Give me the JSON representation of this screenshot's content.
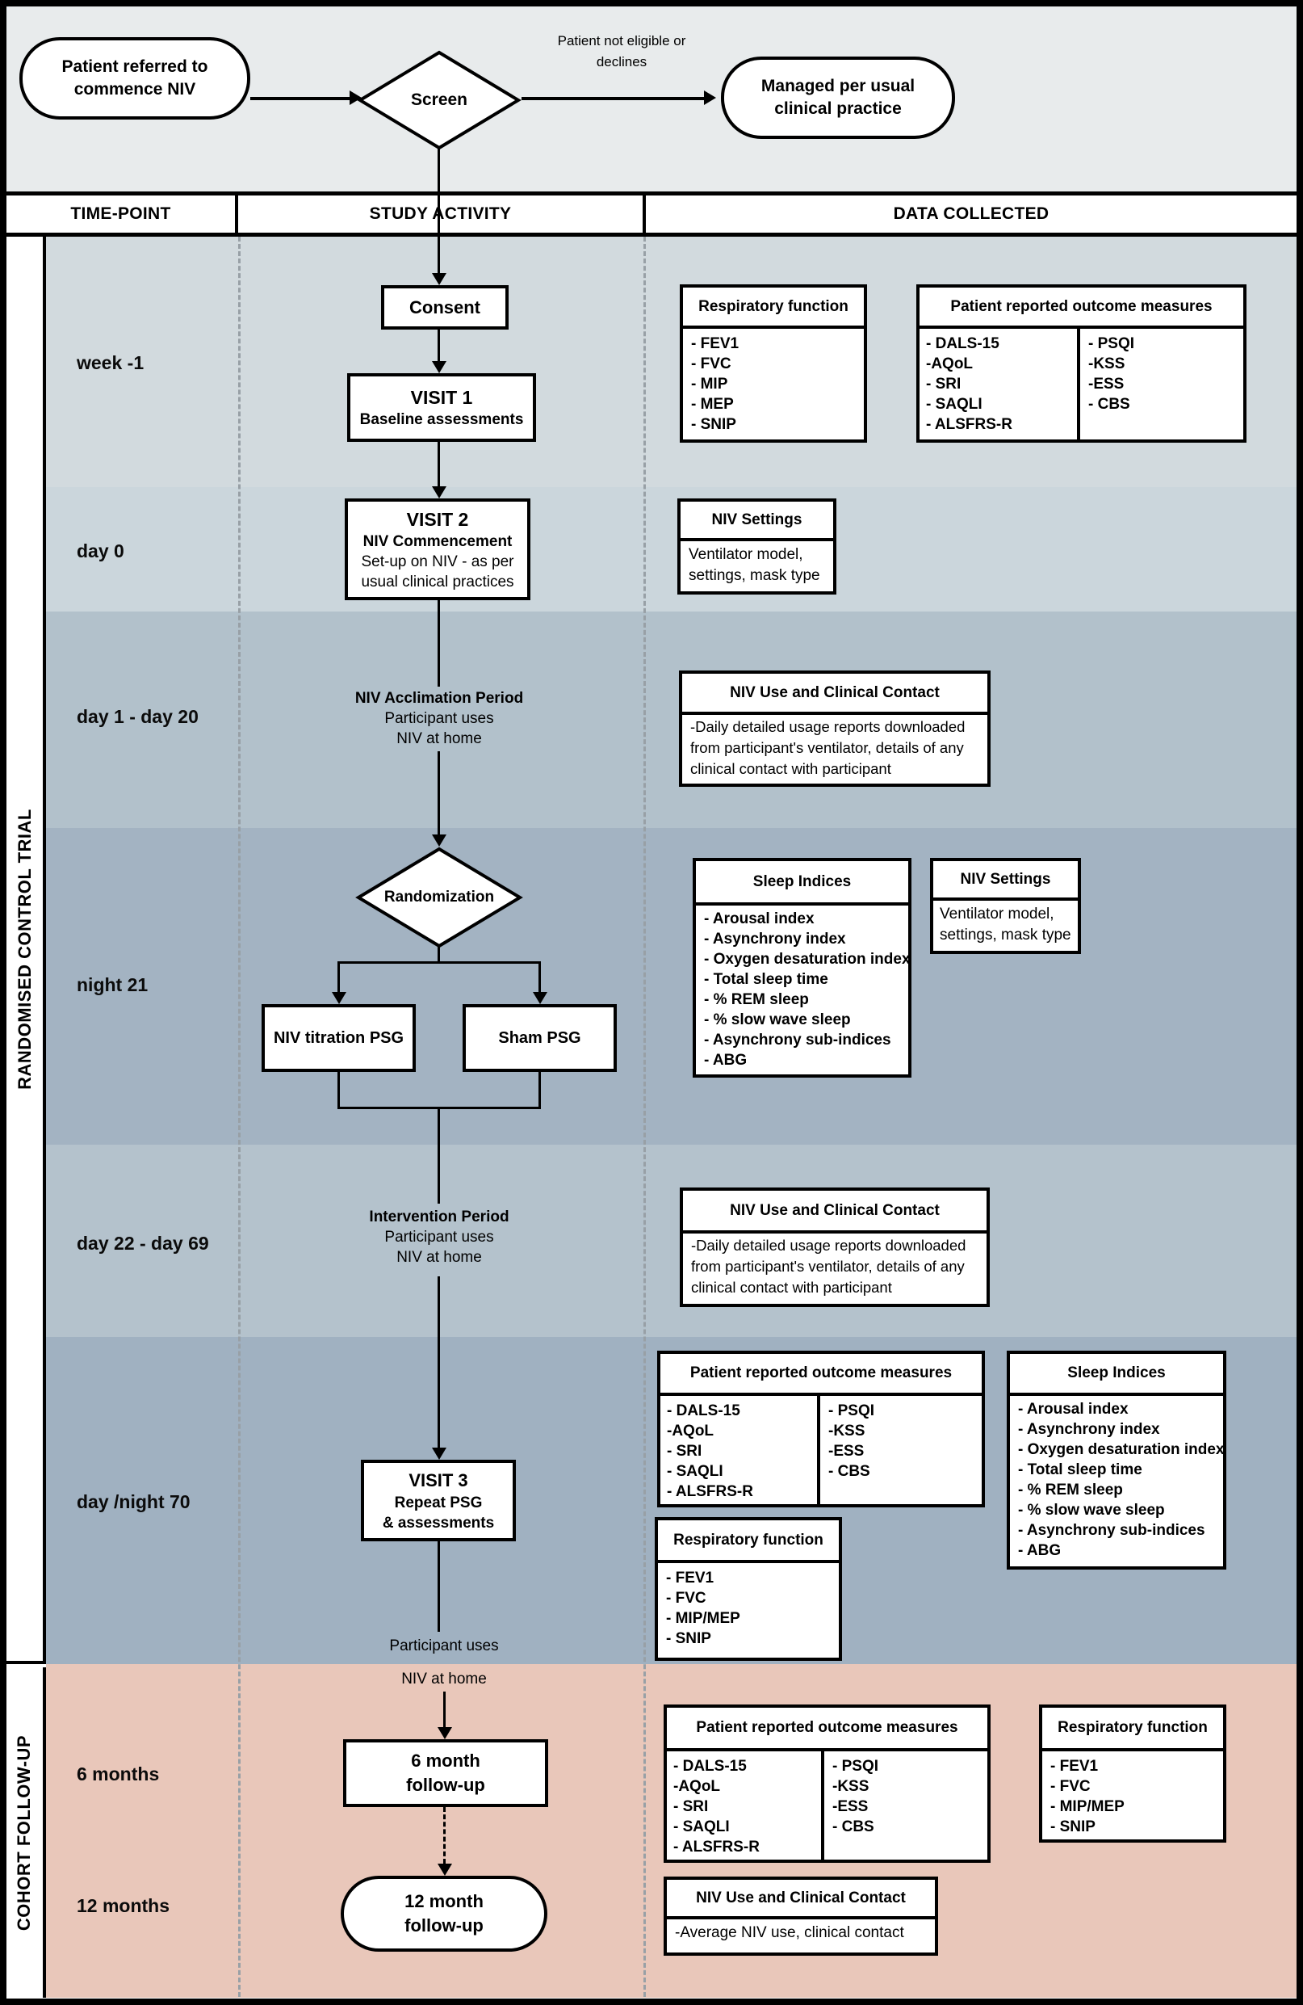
{
  "top": {
    "referred_line1": "Patient referred to",
    "referred_line2": "commence NIV",
    "screen": "Screen",
    "not_eligible_line1": "Patient not eligible or",
    "not_eligible_line2": "declines",
    "managed_line1": "Managed per usual",
    "managed_line2": "clinical practice"
  },
  "header": {
    "col_timepoint": "TIME-POINT",
    "col_activity": "STUDY ACTIVITY",
    "col_data": "DATA COLLECTED"
  },
  "sidebar": {
    "rct": "RANDOMISED CONTROL TRIAL",
    "cohort": "COHORT FOLLOW-UP"
  },
  "timepoints": {
    "week_minus1": "week -1",
    "day0": "day 0",
    "day1_20": "day 1 - day 20",
    "night21": "night 21",
    "day22_69": "day 22 - day 69",
    "daynight70": "day /night 70",
    "months6": "6 months",
    "months12": "12 months"
  },
  "flow": {
    "consent": "Consent",
    "visit1_title": "VISIT 1",
    "visit1_sub": "Baseline assessments",
    "visit2_title": "VISIT 2",
    "visit2_sub1": "NIV Commencement",
    "visit2_sub2": "Set-up on NIV - as per",
    "visit2_sub3": "usual clinical practices",
    "acclim_line1": "NIV Acclimation Period",
    "acclim_line2": "Participant uses",
    "acclim_line3": "NIV at home",
    "randomization": "Randomization",
    "niv_titration": "NIV titration PSG",
    "sham": "Sham PSG",
    "intervention_line1": "Intervention Period",
    "intervention_line2": "Participant uses",
    "intervention_line3": "NIV at home",
    "visit3_title": "VISIT 3",
    "visit3_sub1": "Repeat PSG",
    "visit3_sub2": "& assessments",
    "uses_line1": "Participant uses",
    "uses_line2": "NIV at home",
    "m6_line1": "6 month",
    "m6_line2": "follow-up",
    "m12_line1": "12 month",
    "m12_line2": "follow-up"
  },
  "shared": {
    "resp_title": "Respiratory function",
    "prom_title": "Patient reported outcome measures",
    "sleep_title": "Sleep Indices",
    "niv_settings_title": "NIV Settings",
    "niv_use_title": "NIV Use and Clinical Contact",
    "resp_week_items": [
      "- FEV1",
      "- FVC",
      "- MIP",
      "- MEP",
      "- SNIP"
    ],
    "resp_mipmep_items": [
      "- FEV1",
      "- FVC",
      "- MIP/MEP",
      "- SNIP"
    ],
    "prom_left": [
      "- DALS-15",
      "-AQoL",
      "- SRI",
      "- SAQLI",
      "- ALSFRS-R"
    ],
    "prom_right": [
      "- PSQI",
      "-KSS",
      "-ESS",
      "- CBS"
    ],
    "sleep_items": [
      "- Arousal index",
      "- Asynchrony index",
      "- Oxygen desaturation index",
      "- Total sleep time",
      "-  % REM sleep",
      "- % slow wave sleep",
      "- Asynchrony sub-indices",
      "- ABG"
    ],
    "niv_settings_line1": "Ventilator model,",
    "niv_settings_line2": "settings, mask type",
    "daily_use_text": "-Daily detailed usage reports downloaded from participant's ventilator, details of any clinical contact with participant",
    "average_use_text": "-Average NIV use, clinical contact"
  },
  "colors": {
    "top_bg": "#e8ebec",
    "band_week1": "#d2dade",
    "band_day0": "#cbd6dc",
    "band_day1_20": "#b2c1cb",
    "band_night21": "#a3b3c2",
    "band_day22_69": "#b4c2cc",
    "band_day70": "#a0b1c1",
    "band_cohort": "#e9c7ba",
    "line_black": "#000000",
    "dash_gray": "#98a0a6"
  }
}
